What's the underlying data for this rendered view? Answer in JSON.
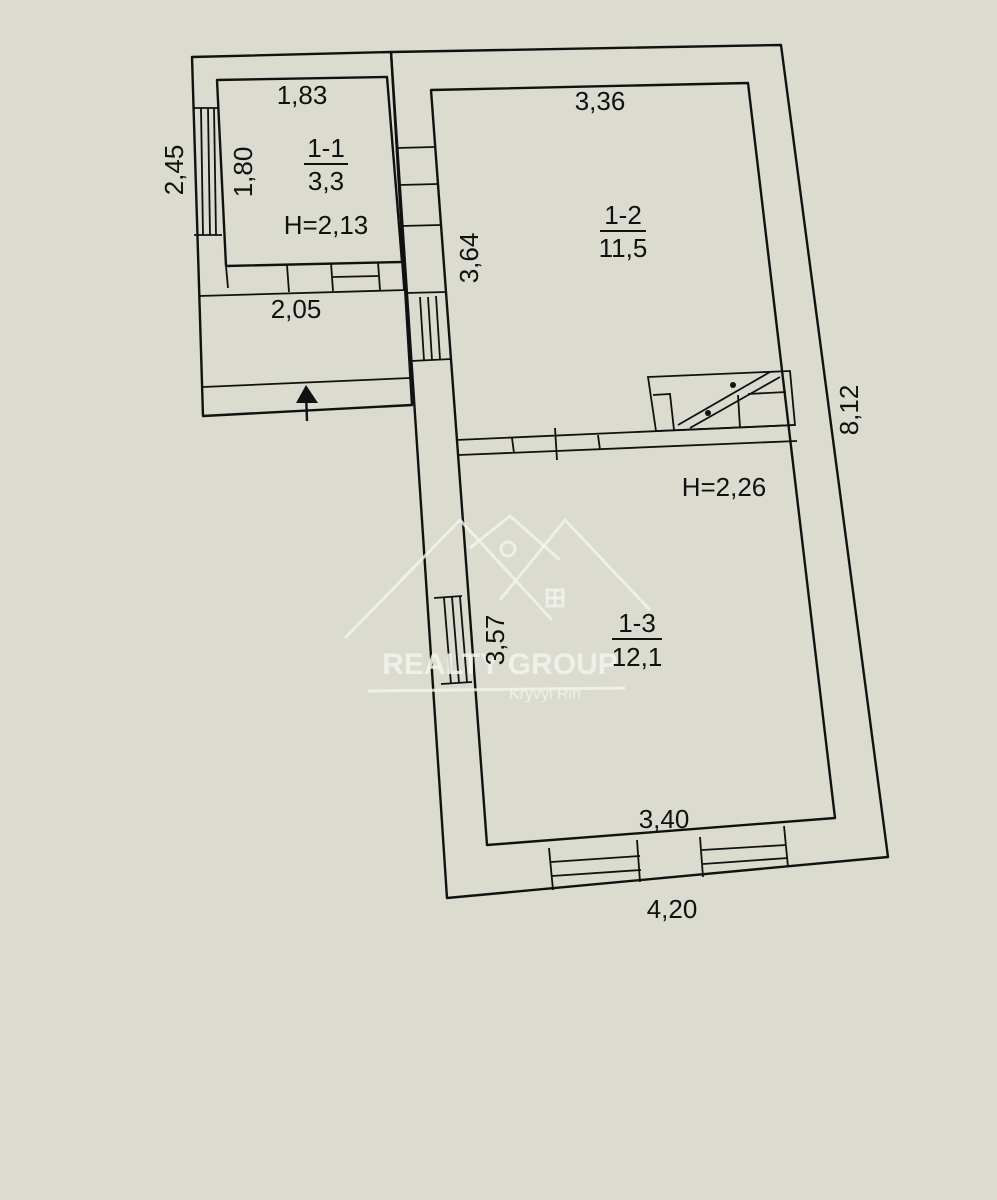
{
  "plan": {
    "dimensions": {
      "d_1_83": "1,83",
      "d_3_36": "3,36",
      "d_2_45": "2,45",
      "d_1_80": "1,80",
      "d_2_05": "2,05",
      "d_3_64": "3,64",
      "d_8_12": "8,12",
      "d_3_57": "3,57",
      "d_3_40": "3,40",
      "d_4_20": "4,20"
    },
    "heights": {
      "h_room1": "H=2,13",
      "h_room23": "H=2,26"
    },
    "rooms": [
      {
        "id": "1-1",
        "area": "3,3"
      },
      {
        "id": "1-2",
        "area": "11,5"
      },
      {
        "id": "1-3",
        "area": "12,1"
      }
    ]
  },
  "watermark": {
    "brand": "REALTY GROUP",
    "city": "Kryvyi Rih"
  },
  "colors": {
    "paper": "#dcdbcf",
    "ink": "#111111",
    "watermark": "#f4f4ef"
  }
}
